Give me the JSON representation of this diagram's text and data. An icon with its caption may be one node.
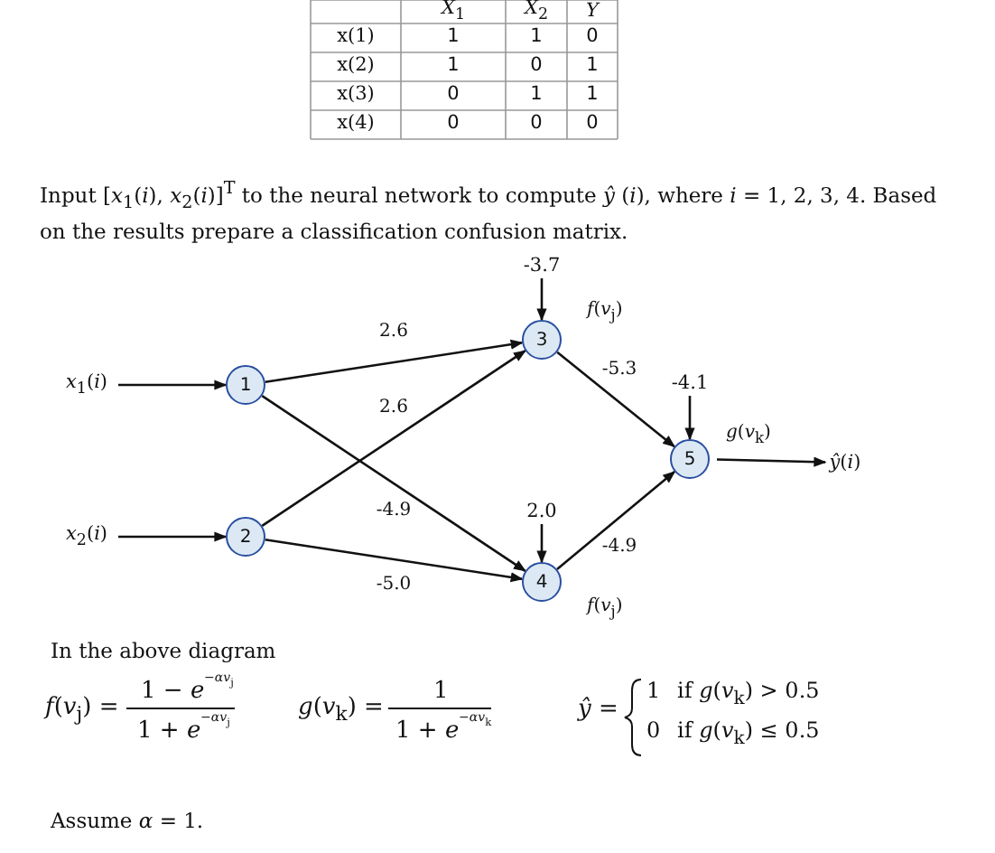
{
  "diagram": {
    "nodes": [
      {
        "text": [
          "*x*$_{1}$(*i*)"
        ]
      },
      {
        "text": [
          "*x*$_{2}$(*i*)"
        ]
      },
      {
        "text": [
          "1"
        ]
      },
      {
        "text": [
          "2"
        ]
      },
      {
        "text": [
          "3"
        ],
        "beside": [
          "*f*(*v*$_{j}$)"
        ]
      },
      {
        "text": [
          "4"
        ],
        "beside": [
          "*f*(*v*$_{j}$)"
        ]
      },
      {
        "text": [
          "5"
        ],
        "beside": [
          "*g*(*v*$_{k}$)"
        ]
      },
      {
        "text": [
          "*ŷ*(*i*)"
        ]
      },
      {
        "text": [
          "-3.7"
        ]
      },
      {
        "text": [
          "2.0"
        ]
      },
      {
        "text": [
          "-4.1"
        ]
      }
    ],
    "edges": [
      {
        "from": 0,
        "to": 2,
        "arrow": "to"
      },
      {
        "from": 1,
        "to": 3,
        "arrow": "to"
      },
      {
        "from": 2,
        "to": 4,
        "arrow": "to",
        "label": "2.6"
      },
      {
        "from": 2,
        "to": 5,
        "arrow": "to",
        "label": "-4.9"
      },
      {
        "from": 3,
        "to": 4,
        "arrow": "to",
        "label": "2.6"
      },
      {
        "from": 3,
        "to": 5,
        "arrow": "to",
        "label": "-5.0"
      },
      {
        "from": 4,
        "to": 6,
        "arrow": "to",
        "label": "-5.3"
      },
      {
        "from": 5,
        "to": 6,
        "arrow": "to",
        "label": "-4.9"
      },
      {
        "from": 6,
        "to": 7,
        "arrow": "to"
      },
      {
        "from": 8,
        "to": 4,
        "arrow": "to"
      },
      {
        "from": 9,
        "to": 5,
        "arrow": "to"
      },
      {
        "from": 10,
        "to": 6,
        "arrow": "to"
      }
    ],
    "labels": [
      "*X*$_{1}$",
      "*X*$_{2}$",
      "*Y*",
      "x(1)",
      "1",
      "1",
      "0",
      "x(2)",
      "1",
      "0",
      "1",
      "x(3)",
      "0",
      "1",
      "1",
      "x(4)",
      "0",
      "0",
      "0",
      "Input [*x*$_{1}$(*i*), *x*$_{2}$(*i*)]$^{T}$ to the neural network to compute *ŷ* (*i*), where *i* = 1, 2, 3, 4. Based on the results prepare a classification confusion matrix.",
      "In the above diagram",
      "*f*(*v*$_{j}$) =",
      "1 − *e*",
      "−*αv*$_{j}$",
      "1 + *e*",
      "−*αv*$_{j}$",
      "*g*(*v*$_{k}$) =",
      "1",
      "1 + *e*",
      "−*αv*$_{k}$",
      "*ŷ* =",
      "1",
      "if *g*(*v*$_{k}$) > 0.5",
      "0",
      "if *g*(*v*$_{k}$) ≤ 0.5",
      "Assume *α* = 1."
    ]
  }
}
